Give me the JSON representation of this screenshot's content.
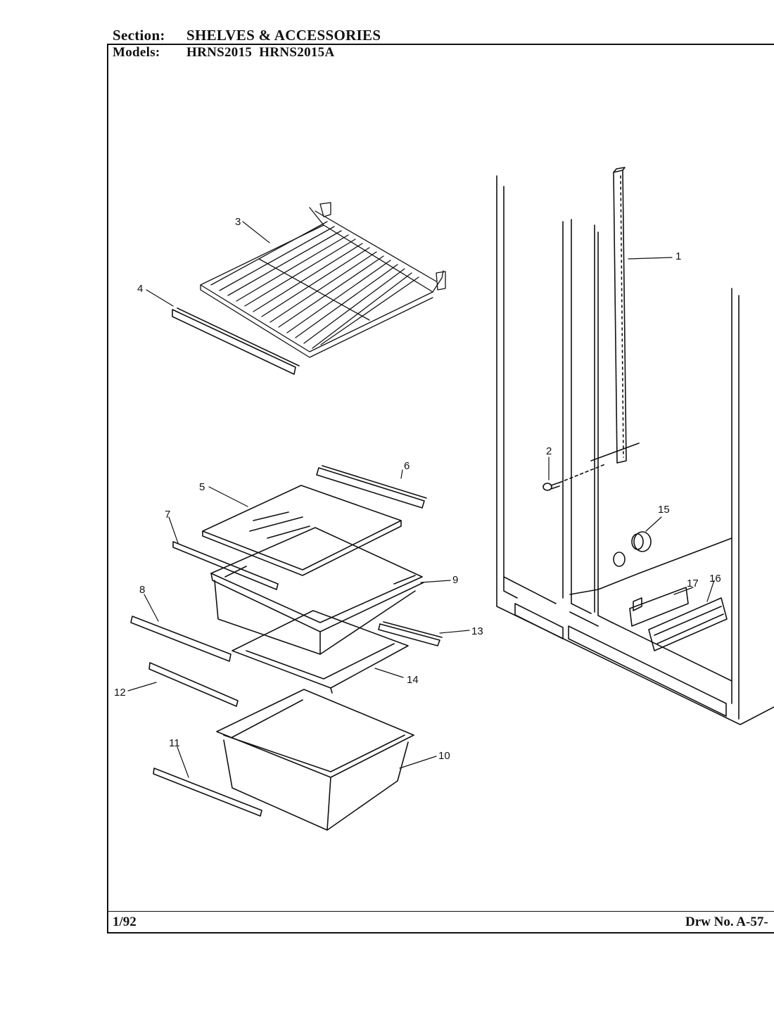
{
  "header": {
    "section_label": "Section:",
    "section_value": "SHELVES & ACCESSORIES",
    "models_label": "Models:",
    "models_value": "HRNS2015  HRNS2015A"
  },
  "footer": {
    "date": "1/92",
    "drawing_number": "Drw No. A-57-"
  },
  "callouts": {
    "c1": "1",
    "c2": "2",
    "c3": "3",
    "c4": "4",
    "c5": "5",
    "c6": "6",
    "c7": "7",
    "c8": "8",
    "c9": "9",
    "c10": "10",
    "c11": "11",
    "c12": "12",
    "c13": "13",
    "c14": "14",
    "c15": "15",
    "c16": "16",
    "c17": "17"
  }
}
